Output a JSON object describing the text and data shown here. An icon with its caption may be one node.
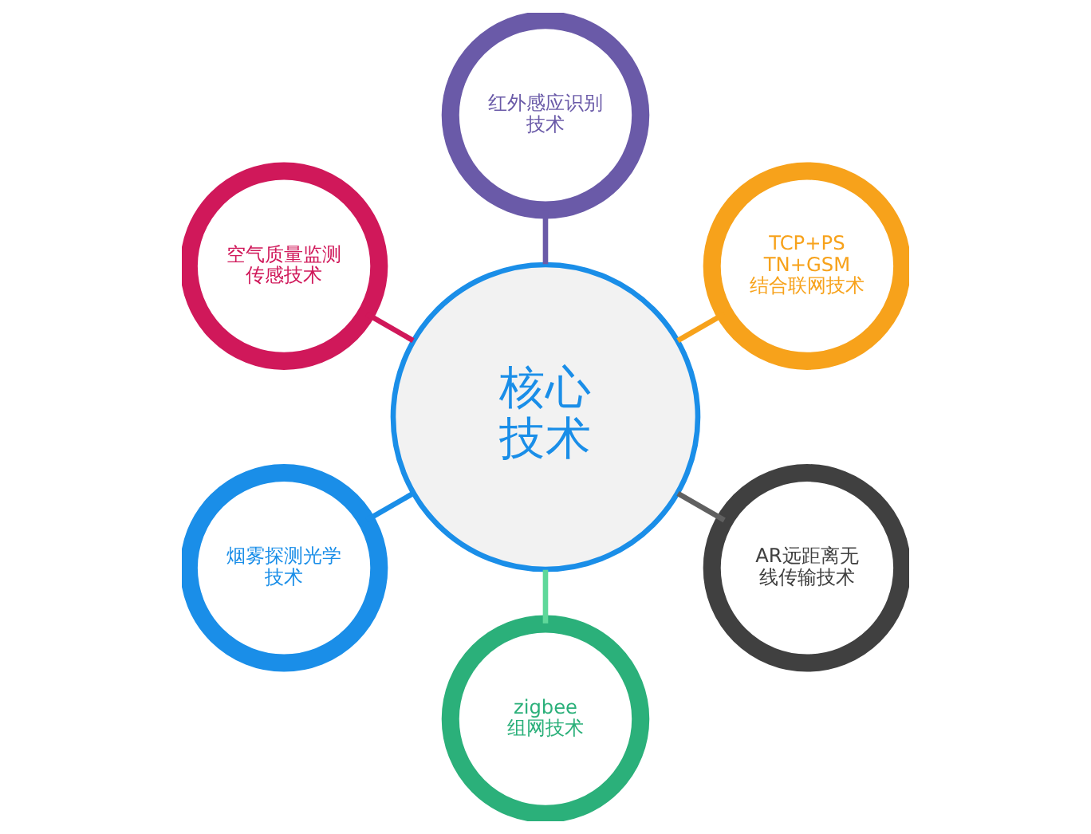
{
  "diagram": {
    "nodes": [
      {
        "text": [
          "核心技术"
        ]
      },
      {
        "text": [
          "TCP+PSTN+GSM结合联网技术"
        ]
      },
      {
        "text": [
          "红外感应识别技术"
        ]
      },
      {
        "text": [
          "空气质量监测传感技术"
        ]
      },
      {
        "text": [
          "烟雾探测光学技术"
        ]
      },
      {
        "text": [
          "zigbee组网技术"
        ]
      },
      {
        "text": [
          "AR远距离无线传输技术"
        ]
      }
    ],
    "edges": [
      {
        "from": 1,
        "to": 0,
        "arrow": "none",
        "color": "#f7a21b"
      },
      {
        "from": 2,
        "to": 0,
        "arrow": "none",
        "color": "#6a5aa8"
      },
      {
        "from": 3,
        "to": 0,
        "arrow": "none",
        "color": "#d0185a"
      },
      {
        "from": 4,
        "to": 0,
        "arrow": "none",
        "color": "#1a8ee8"
      },
      {
        "from": 5,
        "to": 0,
        "arrow": "none",
        "color": "#5fd89a"
      },
      {
        "from": 6,
        "to": 0,
        "arrow": "none",
        "color": "#606060"
      }
    ]
  }
}
